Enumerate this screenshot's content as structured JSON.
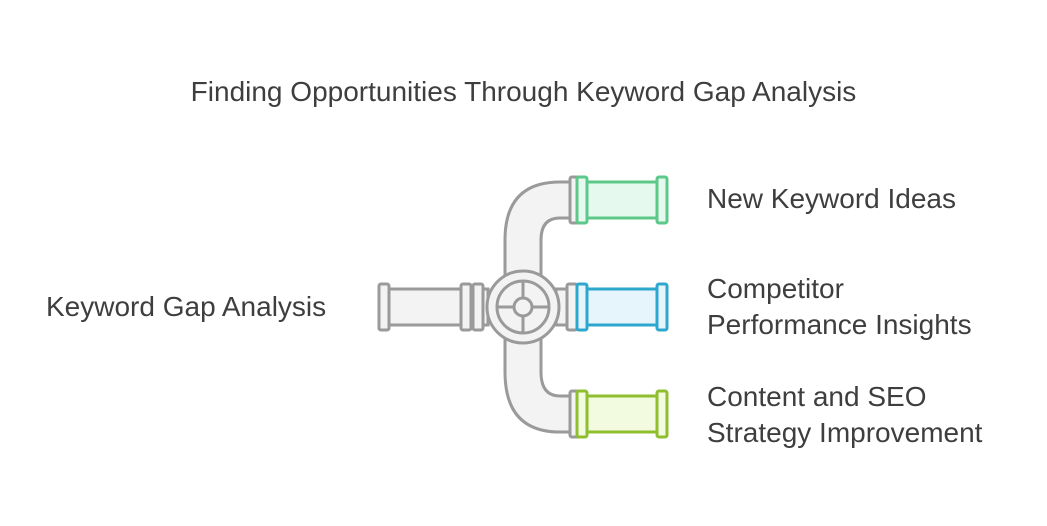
{
  "title": "Finding Opportunities Through Keyword Gap Analysis",
  "input": {
    "label": "Keyword Gap Analysis"
  },
  "outputs": [
    {
      "label": "New Keyword Ideas",
      "color": "#5cc98a",
      "fill": "#e6f9ee"
    },
    {
      "label": "Competitor\nPerformance Insights",
      "color": "#2ea7cf",
      "fill": "#e6f5fb"
    },
    {
      "label": "Content and SEO\nStrategy Improvement",
      "color": "#8fbf2f",
      "fill": "#f2fadf"
    }
  ],
  "colors": {
    "pipe_stroke": "#9a9a9a",
    "pipe_fill": "#f3f3f3",
    "text": "#3e3e3e"
  }
}
